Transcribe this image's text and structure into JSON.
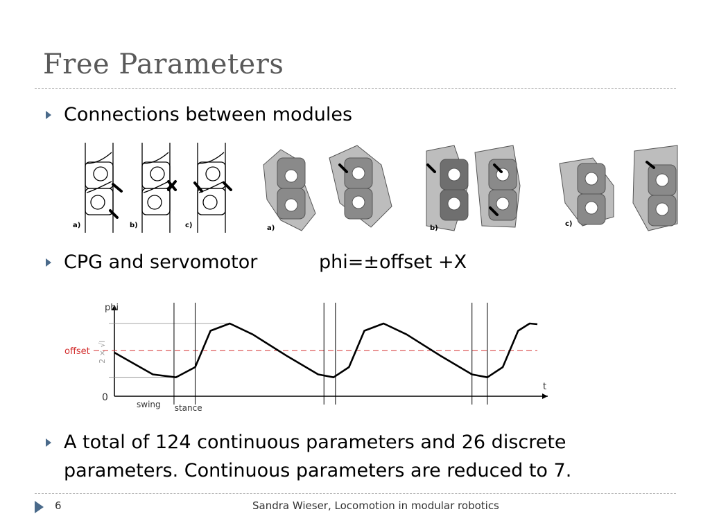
{
  "slide": {
    "title": "Free Parameters",
    "bullets": [
      {
        "text": "Connections between modules"
      },
      {
        "text": "CPG and servomotor",
        "formula": "phi=±offset +X"
      },
      {
        "text_line1": "A total of 124 continuous parameters and 26 discrete",
        "text_line2": "parameters. Continuous parameters are reduced to 7."
      }
    ]
  },
  "figure_modules": {
    "labels": [
      "a)",
      "b)",
      "c)",
      "a)",
      "b)",
      "c)"
    ]
  },
  "chart_data": {
    "type": "line",
    "ylabel": "phi",
    "xlabel": "t",
    "y_zero_label": "0",
    "offset_label": "offset",
    "amplitude_label": "2 × √l",
    "phase_labels": [
      "swing",
      "stance"
    ],
    "series": [
      {
        "color": "#000000",
        "points": [
          [
            0.0,
            0.6
          ],
          [
            0.05,
            0.45
          ],
          [
            0.1,
            0.3
          ],
          [
            0.16,
            0.26
          ],
          [
            0.21,
            0.4
          ],
          [
            0.25,
            0.9
          ],
          [
            0.3,
            1.0
          ],
          [
            0.36,
            0.85
          ],
          [
            0.45,
            0.55
          ],
          [
            0.53,
            0.3
          ],
          [
            0.57,
            0.26
          ],
          [
            0.61,
            0.4
          ],
          [
            0.65,
            0.9
          ],
          [
            0.7,
            1.0
          ],
          [
            0.76,
            0.85
          ],
          [
            0.85,
            0.55
          ],
          [
            0.93,
            0.3
          ],
          [
            0.97,
            0.26
          ],
          [
            1.01,
            0.4
          ],
          [
            1.05,
            0.9
          ],
          [
            1.08,
            1.0
          ],
          [
            1.1,
            0.99
          ]
        ]
      }
    ],
    "offset_value": 0.63,
    "colors": {
      "curve": "#000000",
      "offset_line": "#d32f2f",
      "guide": "#888888"
    }
  },
  "footer": {
    "page_number": "6",
    "text": "Sandra Wieser, Locomotion in modular robotics"
  },
  "colors": {
    "accent": "#4a6a8a",
    "title": "#595959"
  }
}
